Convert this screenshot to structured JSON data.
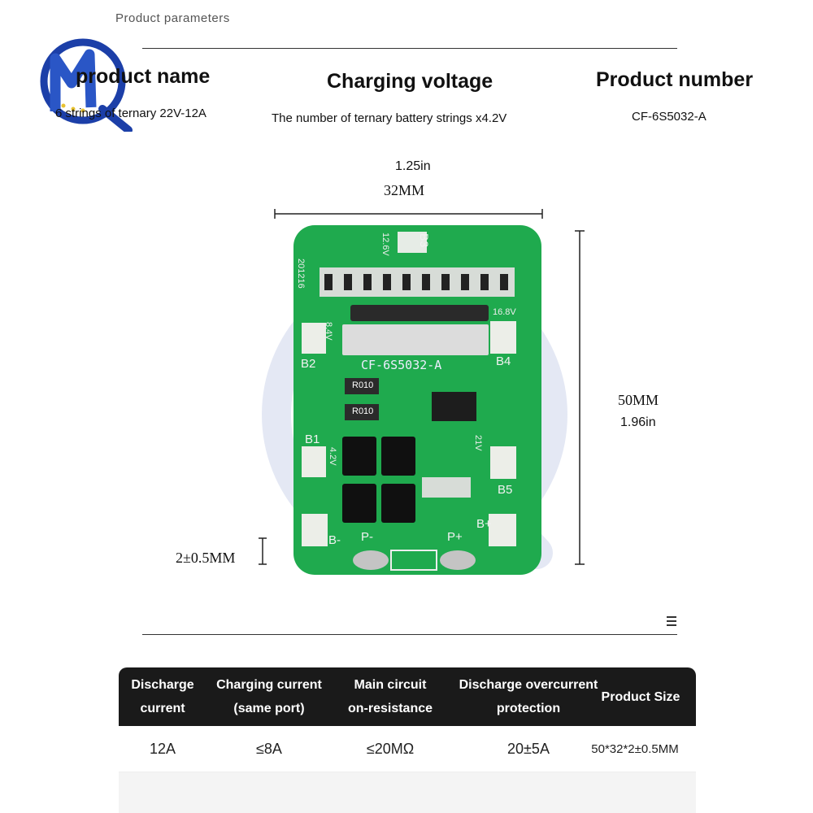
{
  "header": {
    "label": "Product parameters"
  },
  "columns": {
    "product_name": {
      "title": "product name",
      "value": "6 strings of ternary 22V-12A"
    },
    "charging_voltage": {
      "title": "Charging voltage",
      "value": "The number of ternary battery strings x4.2V"
    },
    "product_number": {
      "title": "Product number",
      "value": "CF-6S5032-A"
    }
  },
  "dimensions": {
    "width_in": "1.25in",
    "width_mm": "32MM",
    "height_mm": "50MM",
    "height_in": "1.96in",
    "thickness": "2±0.5MM"
  },
  "board": {
    "model_label": "CF-6S5032-A",
    "date_code": "201216",
    "voltage_top": "12.6V",
    "voltage_right": "16.8V",
    "voltage_left": "8.4V",
    "voltage_mid": "4.2V",
    "voltage_side": "21V",
    "resistor_label_1": "R010",
    "resistor_label_2": "R010",
    "pads": {
      "b3": "B3",
      "b2": "B2",
      "b4": "B4",
      "b1": "B1",
      "b5": "B5",
      "b_minus": "B-",
      "b_plus": "B+",
      "p_minus": "P-",
      "p_plus": "P+"
    }
  },
  "spec_table": {
    "headers": [
      [
        "Discharge",
        "current"
      ],
      [
        "Charging current",
        "(same port)"
      ],
      [
        "Main circuit",
        "on-resistance"
      ],
      [
        "Discharge overcurrent",
        "protection"
      ],
      [
        "Product Size"
      ]
    ],
    "row": [
      "12A",
      "≤8A",
      "≤20MΩ",
      "20±5A",
      "50*32*2±0.5MM"
    ]
  },
  "colors": {
    "pcb_green": "#1faa4e",
    "header_black": "#1a1a1a",
    "logo_blue": "#2a56c6"
  },
  "icons": {
    "logo": "mq-logo",
    "watermark": "q-watermark",
    "menu": "menu-icon"
  }
}
